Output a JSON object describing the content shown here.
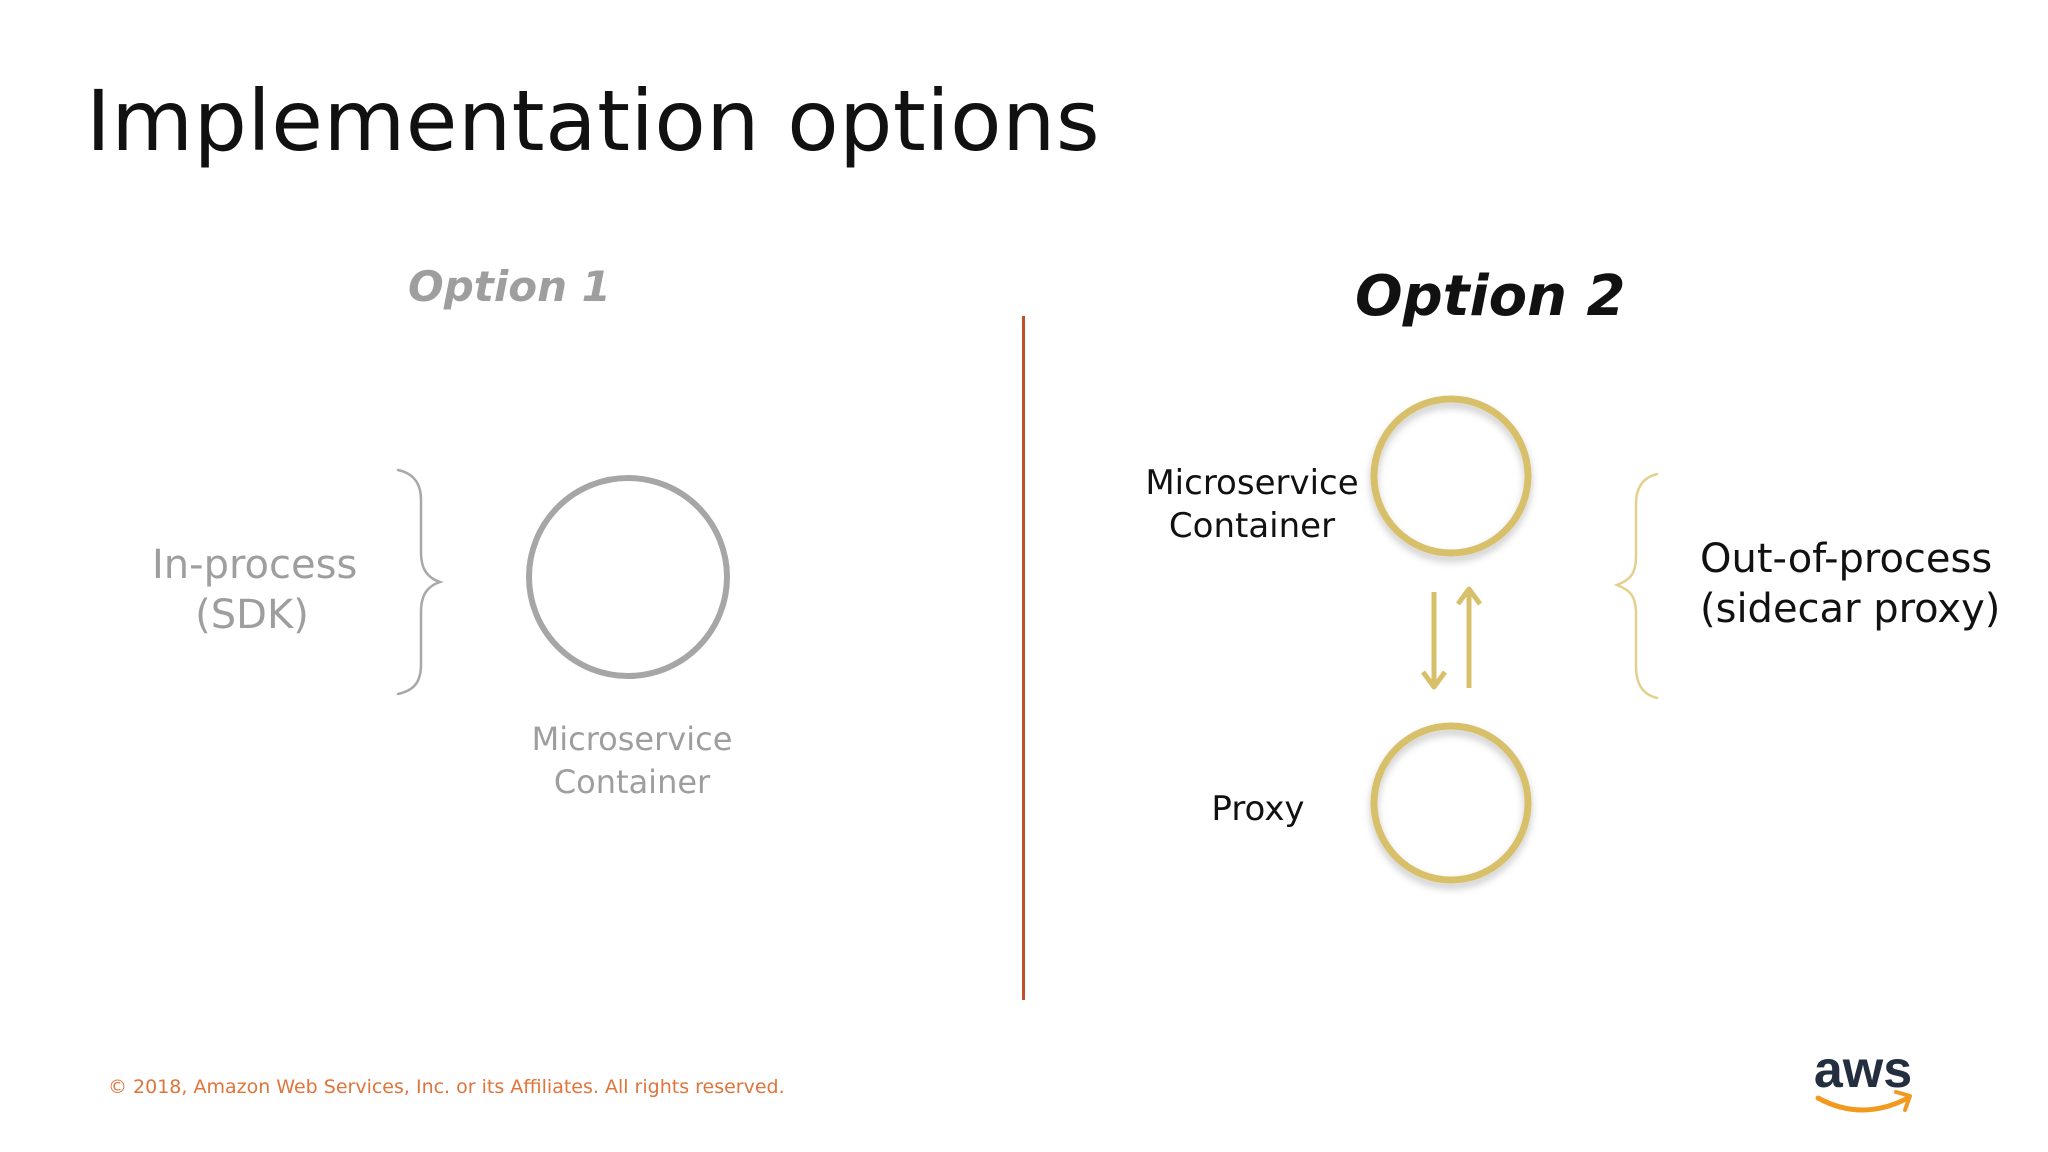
{
  "slide": {
    "title": "Implementation options",
    "footer": "© 2018, Amazon Web Services, Inc. or its Affiliates. All rights reserved.",
    "logo_text": "aws"
  },
  "option1": {
    "heading": "Option 1",
    "category": [
      "In-process",
      "(SDK)"
    ],
    "container_label": [
      "Microservice",
      "Container"
    ]
  },
  "option2": {
    "heading": "Option 2",
    "container_label": [
      "Microservice",
      "Container"
    ],
    "proxy_label": "Proxy",
    "category": [
      "Out-of-process",
      "(sidecar proxy)"
    ]
  },
  "colors": {
    "divider": "#c1502a",
    "gold": "#d8c06b",
    "gray": "#9e9e9e",
    "footer": "#e0743a",
    "aws_smile": "#f29a1f"
  }
}
